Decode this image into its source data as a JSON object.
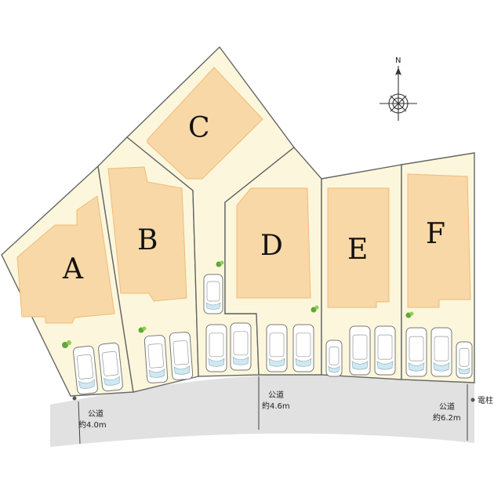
{
  "lots": [
    {
      "id": "A",
      "label": "A"
    },
    {
      "id": "B",
      "label": "B"
    },
    {
      "id": "C",
      "label": "C"
    },
    {
      "id": "D",
      "label": "D"
    },
    {
      "id": "E",
      "label": "E"
    },
    {
      "id": "F",
      "label": "F"
    }
  ],
  "compass": {
    "north_label": "N"
  },
  "roads": [
    {
      "id": "west",
      "line1": "公道",
      "line2": "約4.0m"
    },
    {
      "id": "center",
      "line1": "公道",
      "line2": "約4.6m"
    },
    {
      "id": "east",
      "line1": "公道",
      "line2": "約6.2m"
    }
  ],
  "utility_pole": {
    "label": "電柱"
  },
  "colors": {
    "lot_fill": "#fcf7dc",
    "house_fill": "#f8d8a6",
    "road_fill": "#e1e1e1",
    "outline": "#666666"
  }
}
